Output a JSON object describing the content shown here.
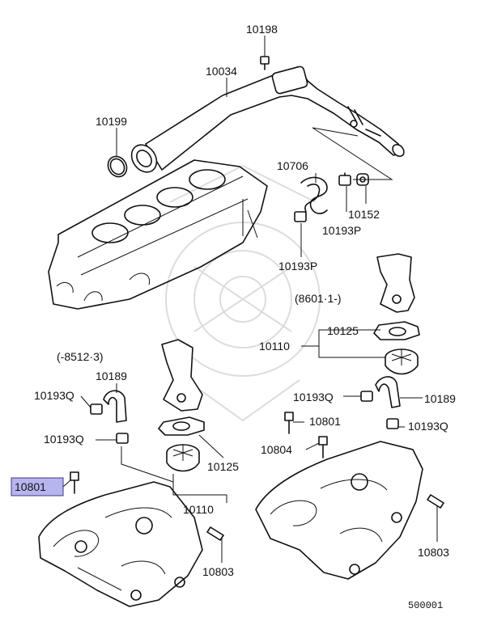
{
  "diagram": {
    "labels": {
      "l10198": "10198",
      "l10034": "10034",
      "l10199": "10199",
      "l10706": "10706",
      "l10152": "10152",
      "l10193P_a": "10193P",
      "l10193P_b": "10193P",
      "date_right": "(8601·1-)",
      "l10125_r": "10125",
      "l10110_r": "10110",
      "date_left": "(-8512·3)",
      "l10189_l": "10189",
      "l10193Q_l1": "10193Q",
      "l10193Q_l2": "10193Q",
      "l10193Q_r1": "10193Q",
      "l10189_r": "10189",
      "l10801_r": "10801",
      "l10193Q_r2": "10193Q",
      "l10804": "10804",
      "l10125_l": "10125",
      "l10801_hl": "10801",
      "l10110_l": "10110",
      "l10803_l": "10803",
      "l10803_r": "10803",
      "figure_no": "500001"
    },
    "highlight_color": "#b7b5ee"
  }
}
